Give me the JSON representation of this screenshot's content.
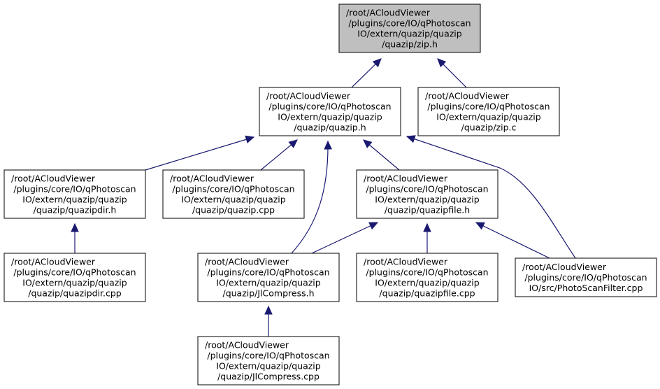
{
  "colors": {
    "edge": "#191970",
    "node_border": "#000000",
    "node_fill": "#ffffff",
    "highlight_fill": "#bfbfbf"
  },
  "nodes": [
    {
      "id": "zip_h",
      "highlight": true,
      "lines": [
        "/root/ACloudViewer",
        "/plugins/core/IO/qPhotoscan",
        "IO/extern/quazip/quazip",
        "/quazip/zip.h"
      ]
    },
    {
      "id": "quazip_h",
      "lines": [
        "/root/ACloudViewer",
        "/plugins/core/IO/qPhotoscan",
        "IO/extern/quazip/quazip",
        "/quazip/quazip.h"
      ]
    },
    {
      "id": "zip_c",
      "lines": [
        "/root/ACloudViewer",
        "/plugins/core/IO/qPhotoscan",
        "IO/extern/quazip/quazip",
        "/quazip/zip.c"
      ]
    },
    {
      "id": "quazipdir_h",
      "lines": [
        "/root/ACloudViewer",
        "/plugins/core/IO/qPhotoscan",
        "IO/extern/quazip/quazip",
        "/quazip/quazipdir.h"
      ]
    },
    {
      "id": "quazip_cpp",
      "lines": [
        "/root/ACloudViewer",
        "/plugins/core/IO/qPhotoscan",
        "IO/extern/quazip/quazip",
        "/quazip/quazip.cpp"
      ]
    },
    {
      "id": "quazipfile_h",
      "lines": [
        "/root/ACloudViewer",
        "/plugins/core/IO/qPhotoscan",
        "IO/extern/quazip/quazip",
        "/quazip/quazipfile.h"
      ]
    },
    {
      "id": "quazipdir_cpp",
      "lines": [
        "/root/ACloudViewer",
        "/plugins/core/IO/qPhotoscan",
        "IO/extern/quazip/quazip",
        "/quazip/quazipdir.cpp"
      ]
    },
    {
      "id": "jlcompress_h",
      "lines": [
        "/root/ACloudViewer",
        "/plugins/core/IO/qPhotoscan",
        "IO/extern/quazip/quazip",
        "/quazip/JlCompress.h"
      ]
    },
    {
      "id": "quazipfile_cpp",
      "lines": [
        "/root/ACloudViewer",
        "/plugins/core/IO/qPhotoscan",
        "IO/extern/quazip/quazip",
        "/quazip/quazipfile.cpp"
      ]
    },
    {
      "id": "photoscanfilter_cpp",
      "lines": [
        "/root/ACloudViewer",
        "/plugins/core/IO/qPhotoscan",
        "IO/src/PhotoScanFilter.cpp"
      ]
    },
    {
      "id": "jlcompress_cpp",
      "lines": [
        "/root/ACloudViewer",
        "/plugins/core/IO/qPhotoscan",
        "IO/extern/quazip/quazip",
        "/quazip/JlCompress.cpp"
      ]
    }
  ],
  "edges": [
    {
      "from": "quazip_h",
      "to": "zip_h"
    },
    {
      "from": "zip_c",
      "to": "zip_h"
    },
    {
      "from": "quazipdir_h",
      "to": "quazip_h"
    },
    {
      "from": "quazip_cpp",
      "to": "quazip_h"
    },
    {
      "from": "jlcompress_h",
      "to": "quazip_h"
    },
    {
      "from": "quazipfile_h",
      "to": "quazip_h"
    },
    {
      "from": "photoscanfilter_cpp",
      "to": "quazip_h"
    },
    {
      "from": "quazipdir_cpp",
      "to": "quazipdir_h"
    },
    {
      "from": "jlcompress_h",
      "to": "quazipfile_h"
    },
    {
      "from": "quazipfile_cpp",
      "to": "quazipfile_h"
    },
    {
      "from": "photoscanfilter_cpp",
      "to": "quazipfile_h"
    },
    {
      "from": "jlcompress_cpp",
      "to": "jlcompress_h"
    }
  ]
}
